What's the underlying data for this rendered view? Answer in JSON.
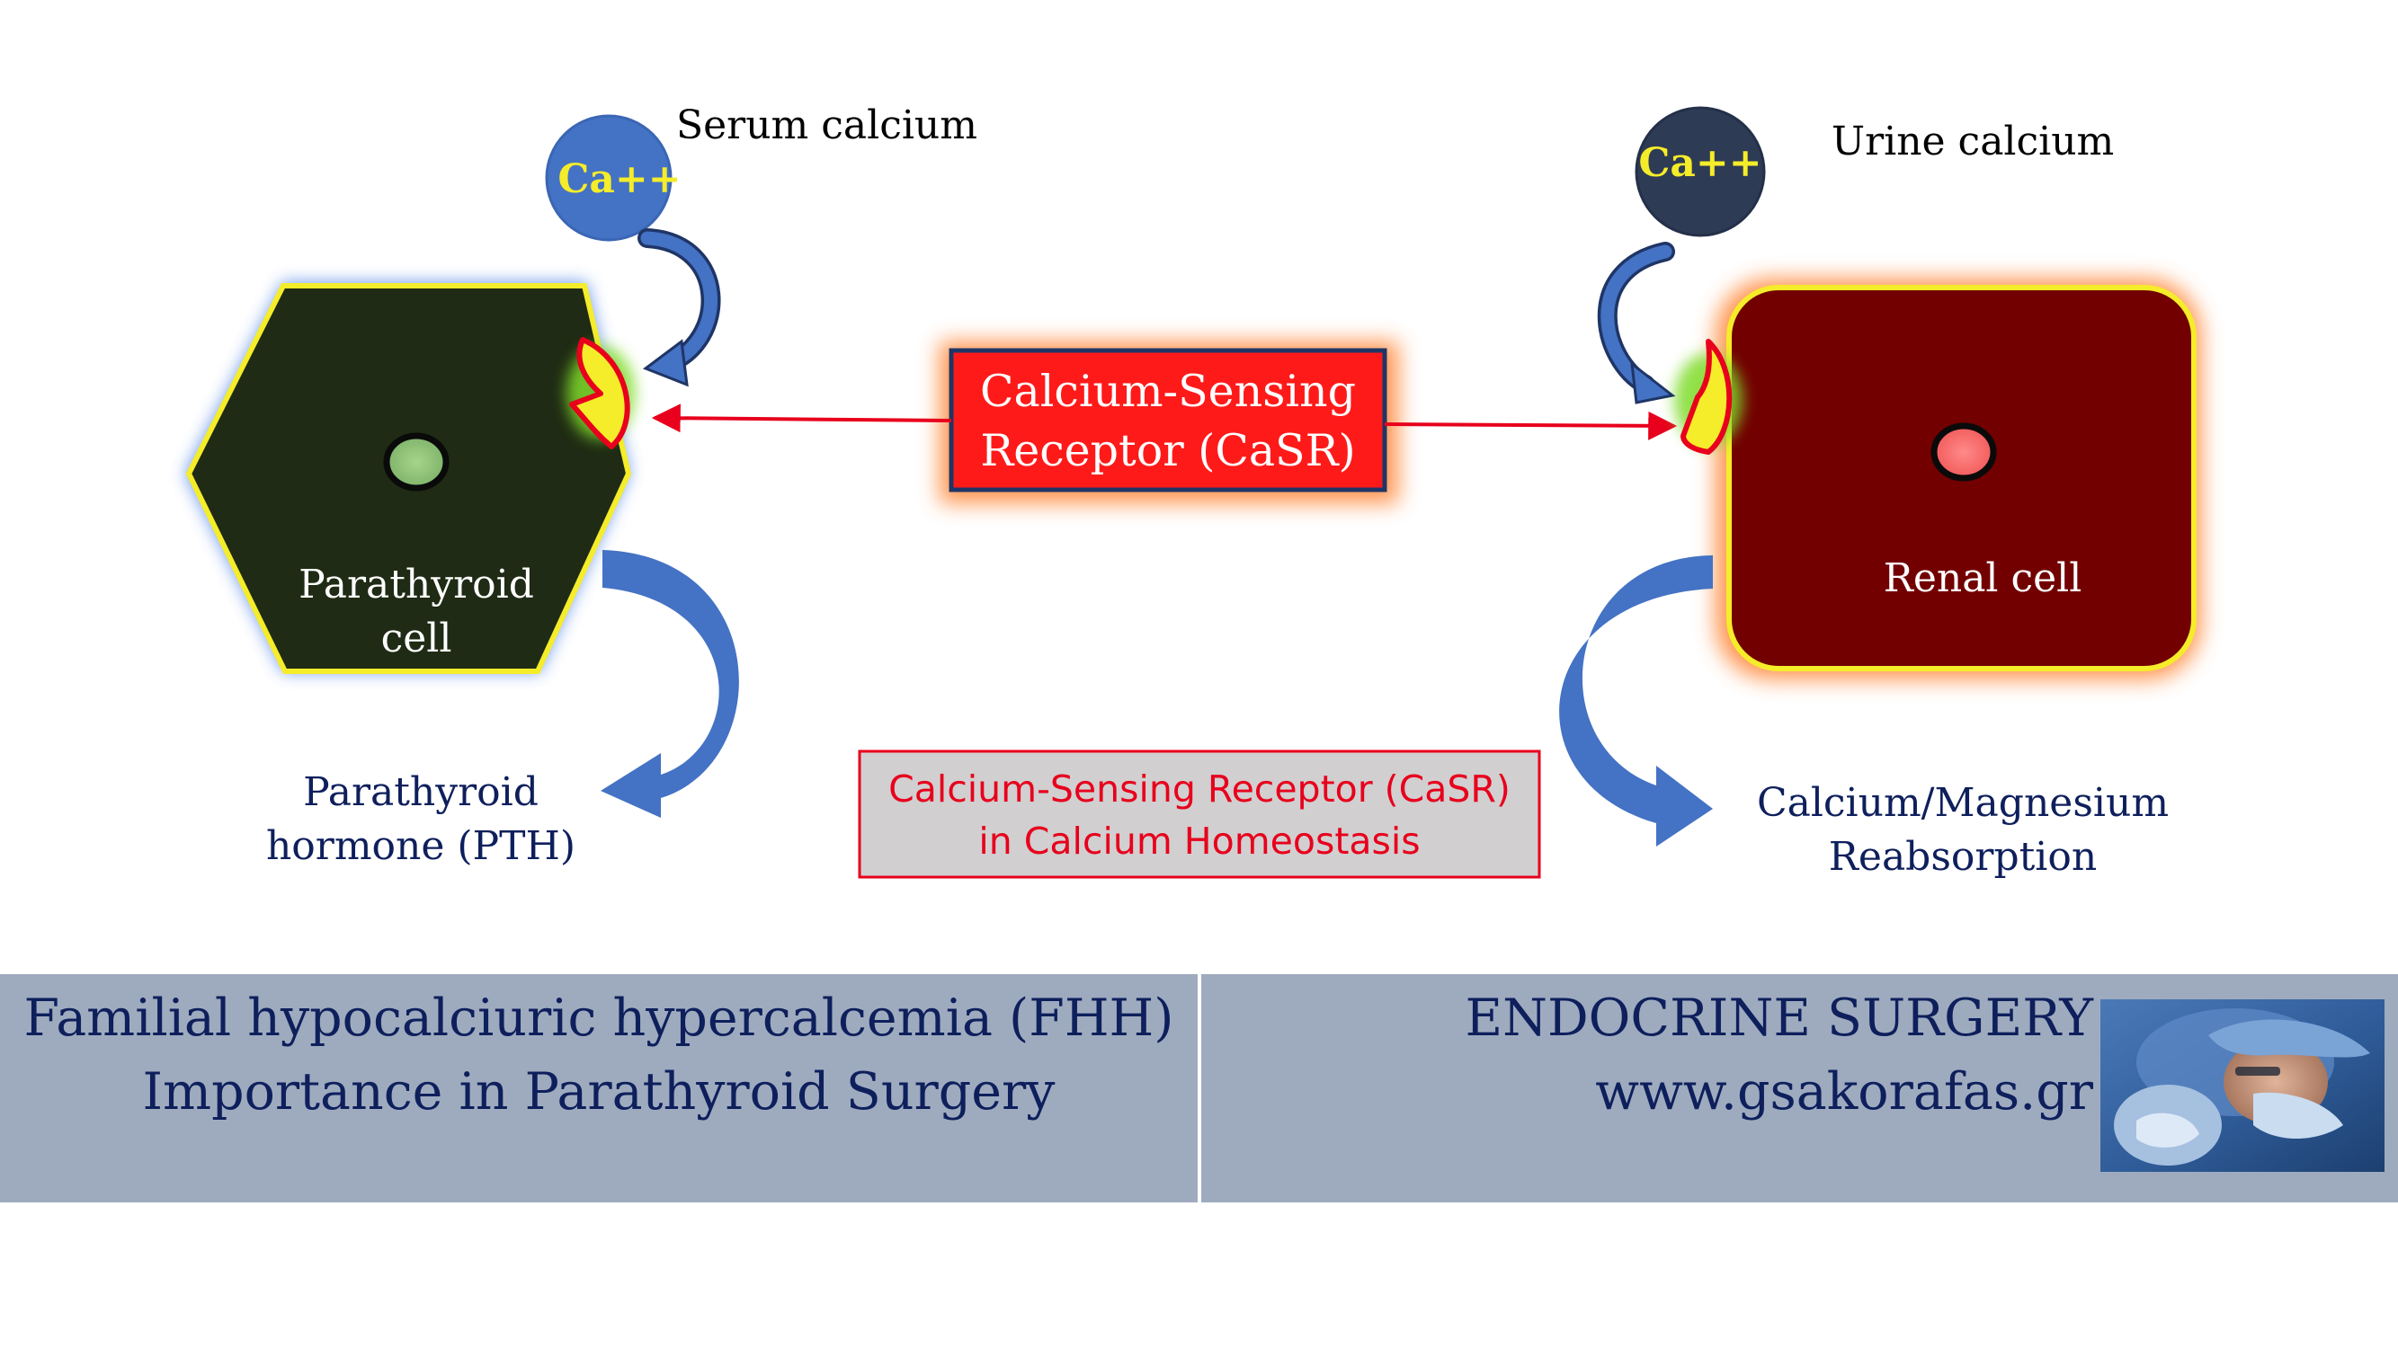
{
  "left_panel": {
    "ion_label": "Ca++",
    "serum_label": "Serum calcium",
    "cell_label_line1": "Parathyroid",
    "cell_label_line2": "cell",
    "output_line1": "Parathyroid",
    "output_line2": "hormone (PTH)"
  },
  "center": {
    "receptor_line1": "Calcium-Sensing",
    "receptor_line2": "Receptor (CaSR)",
    "caption_line1": "Calcium-Sensing Receptor (CaSR)",
    "caption_line2": "in Calcium Homeostasis"
  },
  "right_panel": {
    "ion_label": "Ca++",
    "urine_label": "Urine calcium",
    "cell_label": "Renal cell",
    "output_line1": "Calcium/Magnesium",
    "output_line2": "Reabsorption"
  },
  "footer": {
    "title_line1": "Familial hypocalciuric hypercalcemia (FHH)",
    "title_line2": "Importance in Parathyroid Surgery",
    "brand_line1": "ENDOCRINE SURGERY",
    "brand_line2": "www.gsakorafas.gr"
  },
  "colors": {
    "parathyroid_cell": "#1f2b14",
    "renal_cell": "#720000",
    "cell_border": "#f5ec2a",
    "receptor_box": "#ff1a1a",
    "arrow_blue": "#3f6ec4",
    "ion_blue": "#4472c4",
    "ion_dark": "#2e3b54",
    "text_navy": "#0e1f5c",
    "caption_red": "#e8001c",
    "footer_bg": "#9eabbf"
  }
}
